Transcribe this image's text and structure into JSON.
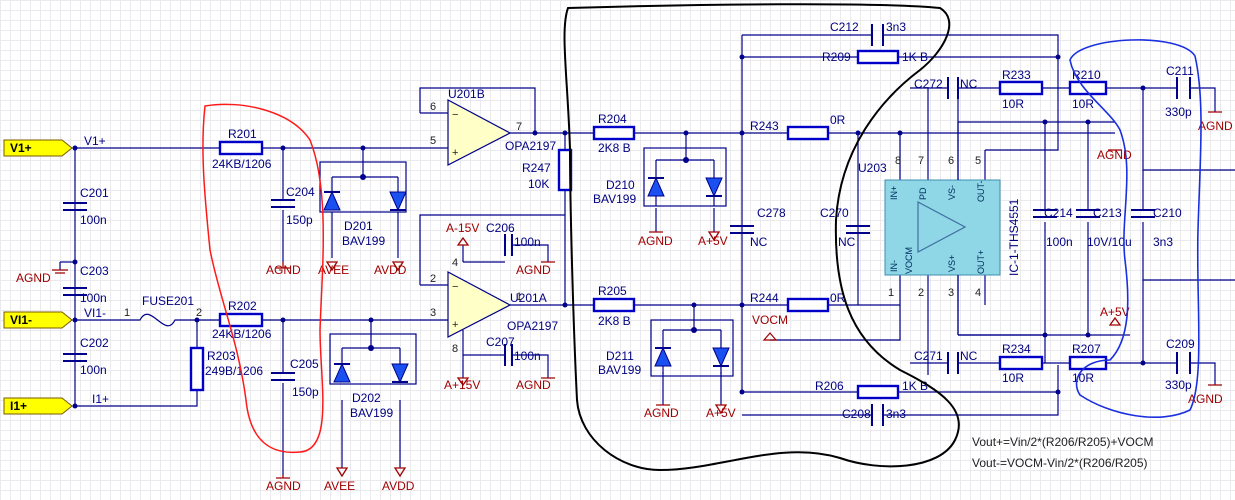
{
  "ports": {
    "v1p": "V1+",
    "vi1m": "VI1-",
    "i1p": "I1+"
  },
  "nets": {
    "v1p": "V1+",
    "vi1m": "VI1-",
    "i1p": "I1+",
    "vocm": "VOCM"
  },
  "power": {
    "agnd": "AGND",
    "avee": "AVEE",
    "avdd": "AVDD",
    "a_15v": "A-15V",
    "a15v": "A+15V",
    "a5v": "A+5V"
  },
  "parts": {
    "r201": "R201",
    "r201v": "24KB/1206",
    "r202": "R202",
    "r202v": "24KB/1206",
    "r203": "R203",
    "r203v": "249B/1206",
    "c201": "C201",
    "c201v": "100n",
    "c202": "C202",
    "c202v": "100n",
    "c203": "C203",
    "c203v": "100n",
    "c204": "C204",
    "c204v": "150p",
    "c205": "C205",
    "c205v": "150p",
    "d201": "D201",
    "d201v": "BAV199",
    "d202": "D202",
    "d202v": "BAV199",
    "fuse": "FUSE201",
    "u201b": "U201B",
    "u201a": "U201A",
    "opa": "OPA2197",
    "opa2": "OPA2197",
    "c206": "C206",
    "c206v": "100n",
    "c207": "C207",
    "c207v": "100n",
    "r204": "R204",
    "r204v": "2K8 B",
    "r205": "R205",
    "r205v": "2K8 B",
    "r247": "R247",
    "r247v": "10K",
    "d210": "D210",
    "d210v": "BAV199",
    "d211": "D211",
    "d211v": "BAV199",
    "c278": "C278",
    "c278v": "NC",
    "c270": "C270",
    "c270v": "NC",
    "r243": "R243",
    "r243v": "0R",
    "r244": "R244",
    "r244v": "0R",
    "c212": "C212",
    "c212v": "3n3",
    "r209": "R209",
    "r209v": "1K B",
    "c208": "C208",
    "c208v": "3n3",
    "r206": "R206",
    "r206v": "1K B",
    "c272": "C272",
    "c272v": "NC",
    "c271": "C271",
    "c271v": "NC",
    "r233": "R233",
    "r233v": "10R",
    "r234": "R234",
    "r234v": "10R",
    "r210": "R210",
    "r210v": "10R",
    "r207": "R207",
    "r207v": "10R",
    "c211": "C211",
    "c211v": "330p",
    "c209": "C209",
    "c209v": "330p",
    "c214": "C214",
    "c214v": "100n",
    "c213": "C213",
    "c213v": "10V/10u",
    "c210": "C210",
    "c210v": "3n3",
    "u203": "U203",
    "ths": "IC-1-THS4551"
  },
  "pins": {
    "p1": "1",
    "p2": "2",
    "p3": "3",
    "p4": "4",
    "p5": "5",
    "p6": "6",
    "p7": "7",
    "p8": "8"
  },
  "ic_pins": {
    "inp": "IN+",
    "pd": "PD",
    "vs_top": "VS-",
    "out_top": "OUT-",
    "inm": "IN-",
    "vocm": "VOCM",
    "vsp": "VS+",
    "out_bot": "OUT+"
  },
  "formulas": [
    "Vout+=Vin/2*(R206/R205)+VOCM",
    "Vout-=VOCM-Vin/2*(R206/R205)"
  ],
  "colors": {
    "wire": "#00008c",
    "resistor": "#0000c8",
    "power": "#a00000",
    "port": "#ffff00",
    "ic": "#8fd6e6",
    "red_outline": "#ff1a1a",
    "black_outline": "#000000",
    "blue_outline": "#1a2fe0"
  }
}
